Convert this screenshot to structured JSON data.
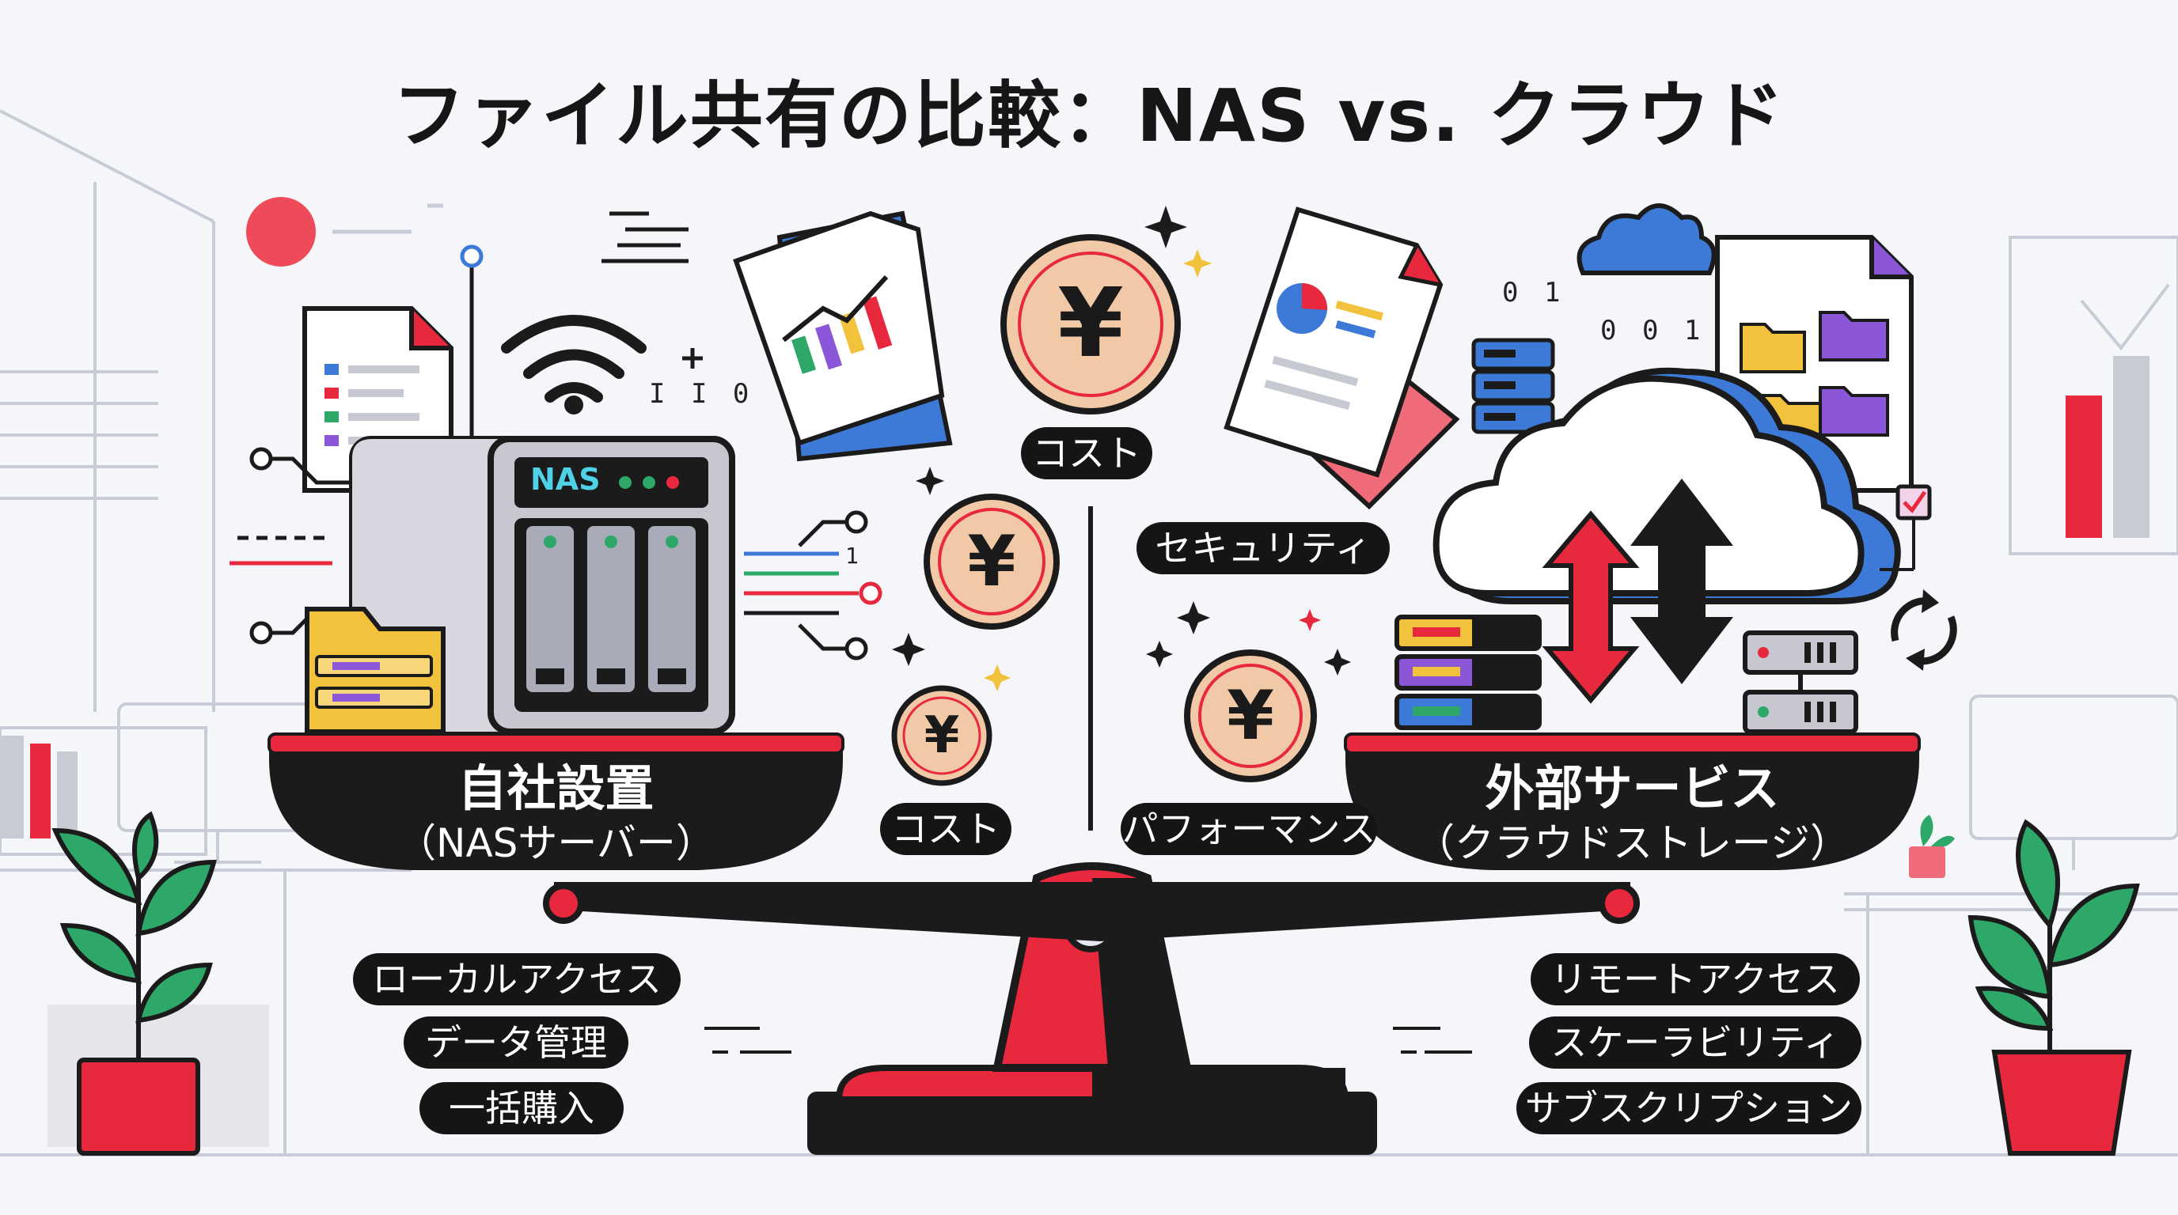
{
  "title": "ファイル共有の比較：NAS vs. クラウド",
  "left": {
    "main": "自社設置",
    "sub": "（NASサーバー）",
    "device_label": "NAS",
    "features": [
      "ローカルアクセス",
      "データ管理",
      "一括購入"
    ]
  },
  "right": {
    "main": "外部サービス",
    "sub": "（クラウドストレージ）",
    "features": [
      "リモートアクセス",
      "スケーラビリティ",
      "サブスクリプション"
    ]
  },
  "center": {
    "coin_symbol": "¥",
    "tags": [
      "コスト",
      "セキュリティ",
      "コスト",
      "パフォーマンス"
    ]
  },
  "decor": {
    "binary_left": "I I 0",
    "binary_right_1": "0 1",
    "binary_right_2": "0 0 1",
    "mini_binary": "1"
  },
  "colors": {
    "accent_red": "#e8283c",
    "dark": "#1b1b1b",
    "coin": "#f2c9a6",
    "cloud_blue": "#3d79d6",
    "purple": "#8b56d8",
    "green": "#2ea868",
    "yellow": "#f2c23d"
  }
}
